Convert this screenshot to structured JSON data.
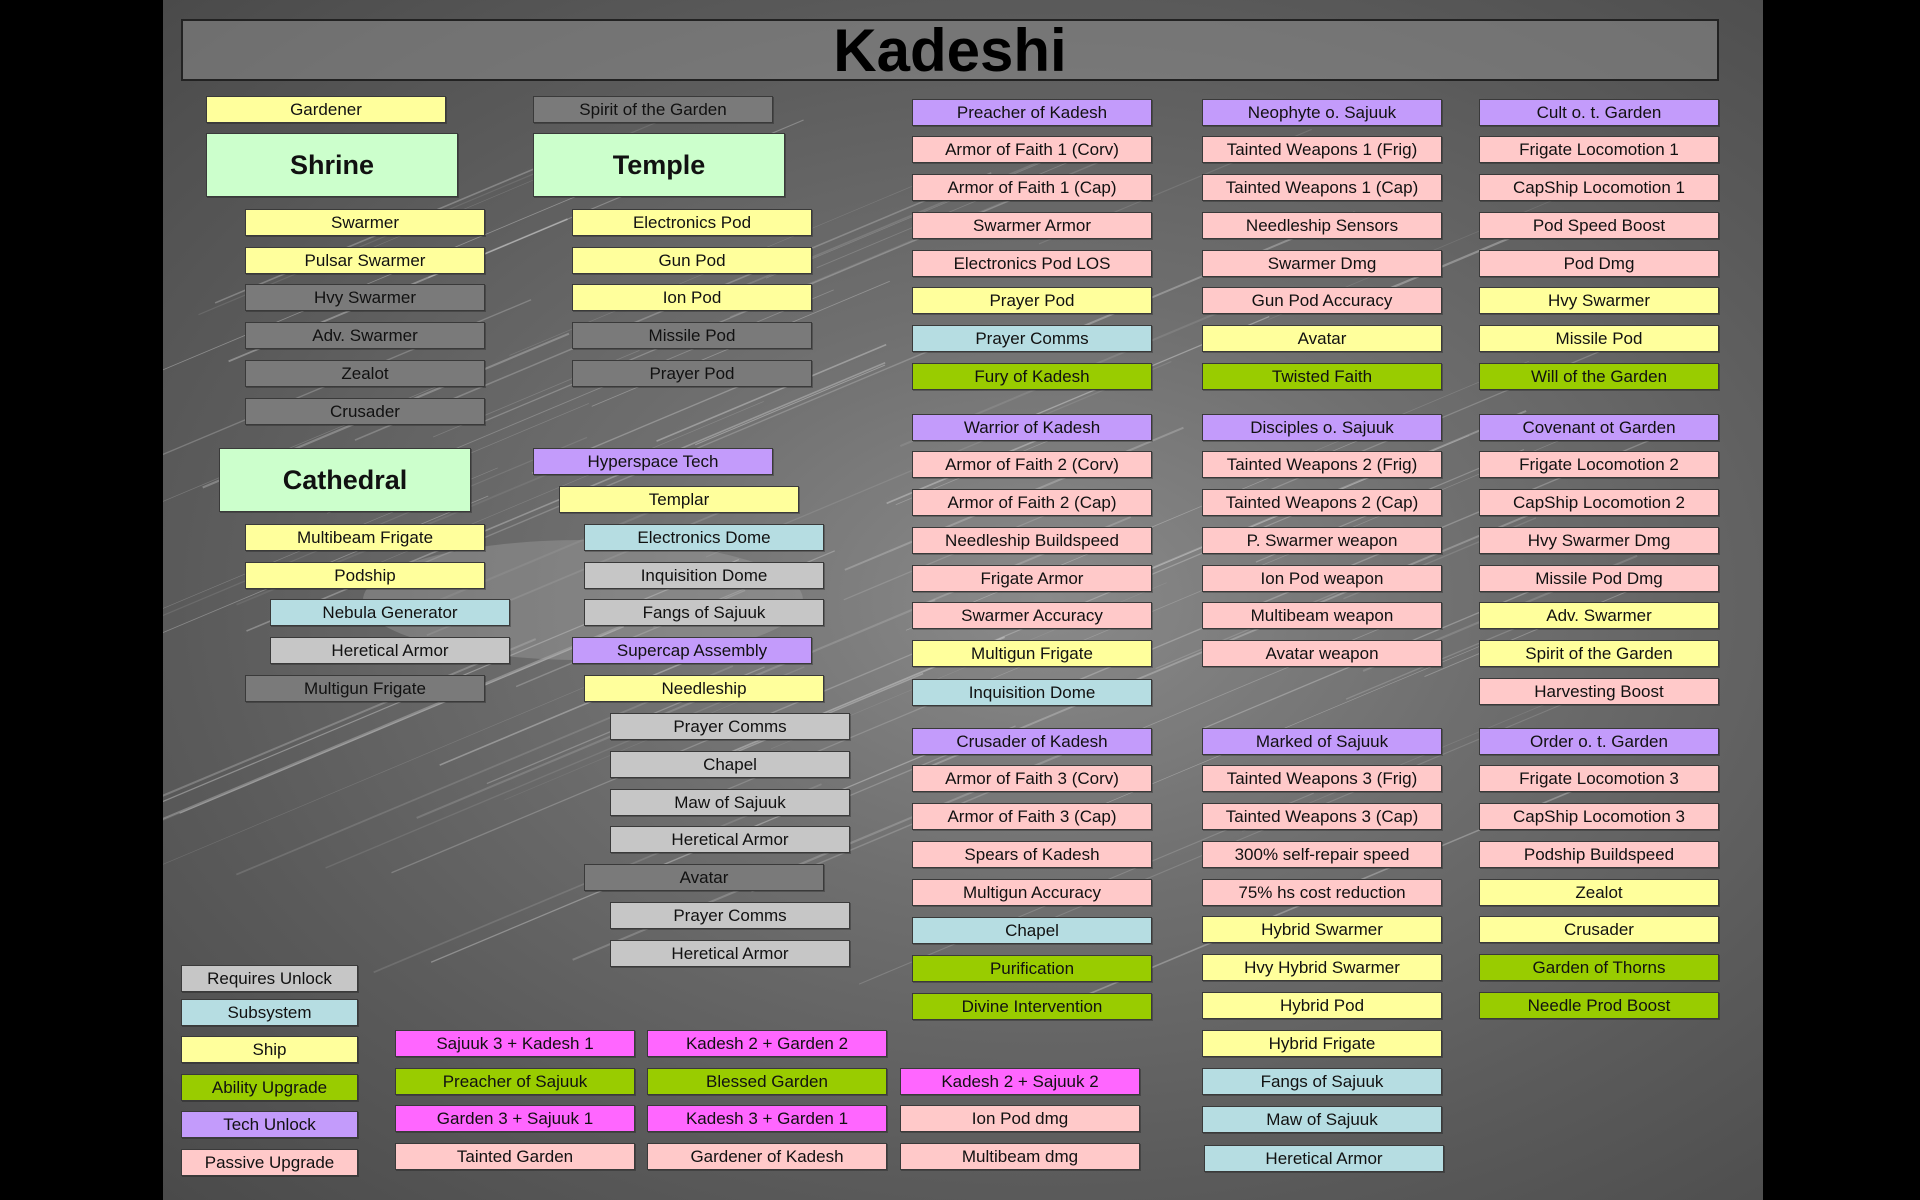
{
  "title": "Kadeshi",
  "colors": {
    "ship": "#ffff9c",
    "lock": "#c6c6c6",
    "dark": "#7a7a7a",
    "sub": "#b6dde2",
    "abil": "#99cc00",
    "tech": "#c39bfb",
    "pass": "#ffc9c9",
    "bldg": "#ccffcc",
    "combo": "#ff66ff"
  },
  "buildings": {
    "gardener": "Gardener",
    "spirit_of_the_garden": "Spirit of the Garden",
    "shrine": "Shrine",
    "temple": "Temple",
    "cathedral": "Cathedral"
  },
  "shrine_items": [
    "Swarmer",
    "Pulsar Swarmer",
    "Hvy Swarmer",
    "Adv. Swarmer",
    "Zealot",
    "Crusader"
  ],
  "temple_items": [
    "Electronics Pod",
    "Gun Pod",
    "Ion Pod",
    "Missile Pod",
    "Prayer Pod"
  ],
  "cathedral_items": [
    "Multibeam Frigate",
    "Podship",
    "Nebula Generator",
    "Heretical Armor",
    "Multigun Frigate"
  ],
  "hyperspace_tree": {
    "hyperspace_tech": "Hyperspace Tech",
    "templar": "Templar",
    "electronics_dome": "Electronics Dome",
    "inquisition_dome": "Inquisition Dome",
    "fangs_of_sajuuk": "Fangs of Sajuuk",
    "supercap_assembly": "Supercap Assembly",
    "needleship": "Needleship",
    "needleship_items": [
      "Prayer Comms",
      "Chapel",
      "Maw of Sajuuk",
      "Heretical Armor"
    ],
    "avatar": "Avatar",
    "avatar_items": [
      "Prayer Comms",
      "Heretical Armor"
    ]
  },
  "kadesh_column": [
    [
      "Preacher of Kadesh",
      "Armor of Faith 1 (Corv)",
      "Armor of Faith 1 (Cap)",
      "Swarmer Armor",
      "Electronics Pod LOS",
      "Prayer Pod",
      "Prayer Comms",
      "Fury of Kadesh"
    ],
    [
      "Warrior of Kadesh",
      "Armor of Faith 2 (Corv)",
      "Armor of Faith 2 (Cap)",
      "Needleship Buildspeed",
      "Frigate Armor",
      "Swarmer Accuracy",
      "Multigun Frigate",
      "Inquisition Dome"
    ],
    [
      "Crusader of Kadesh",
      "Armor of Faith 3 (Corv)",
      "Armor of Faith 3 (Cap)",
      "Spears of Kadesh",
      "Multigun Accuracy",
      "Chapel",
      "Purification",
      "Divine Intervention"
    ]
  ],
  "sajuuk_column": [
    [
      "Neophyte o. Sajuuk",
      "Tainted Weapons 1 (Frig)",
      "Tainted Weapons 1 (Cap)",
      "Needleship Sensors",
      "Swarmer Dmg",
      "Gun Pod Accuracy",
      "Avatar",
      "Twisted Faith"
    ],
    [
      "Disciples o. Sajuuk",
      "Tainted Weapons 2 (Frig)",
      "Tainted Weapons 2 (Cap)",
      "P. Swarmer weapon",
      "Ion Pod weapon",
      "Multibeam weapon",
      "Avatar weapon"
    ],
    [
      "Marked of Sajuuk",
      "Tainted Weapons 3 (Frig)",
      "Tainted Weapons 3 (Cap)",
      "300% self-repair speed",
      "75% hs cost reduction",
      "Hybrid Swarmer",
      "Hvy Hybrid Swarmer",
      "Hybrid Pod",
      "Hybrid Frigate",
      "Fangs of Sajuuk",
      "Maw of Sajuuk",
      "Heretical Armor"
    ]
  ],
  "garden_column": [
    [
      "Cult o. t. Garden",
      "Frigate Locomotion 1",
      "CapShip Locomotion 1",
      "Pod Speed Boost",
      "Pod Dmg",
      "Hvy Swarmer",
      "Missile Pod",
      "Will of the Garden"
    ],
    [
      "Covenant ot Garden",
      "Frigate Locomotion 2",
      "CapShip Locomotion 2",
      "Hvy Swarmer Dmg",
      "Missile Pod Dmg",
      "Adv. Swarmer",
      "Spirit of the Garden",
      "Harvesting Boost"
    ],
    [
      "Order o. t. Garden",
      "Frigate Locomotion 3",
      "CapShip Locomotion 3",
      "Podship Buildspeed",
      "Zealot",
      "Crusader",
      "Garden of Thorns",
      "Needle Prod Boost"
    ]
  ],
  "combo": {
    "col1": [
      "Sajuuk 3 + Kadesh 1",
      "Preacher of Sajuuk",
      "Garden 3 + Sajuuk 1",
      "Tainted Garden"
    ],
    "col2": [
      "Kadesh 2 + Garden 2",
      "Blessed Garden",
      "Kadesh 3 + Garden 1",
      "Gardener of Kadesh"
    ],
    "col3": [
      "Kadesh 2 + Sajuuk 2",
      "Ion Pod dmg",
      "Multibeam dmg"
    ]
  },
  "legend": [
    "Requires Unlock",
    "Subsystem",
    "Ship",
    "Ability Upgrade",
    "Tech Unlock",
    "Passive Upgrade"
  ]
}
